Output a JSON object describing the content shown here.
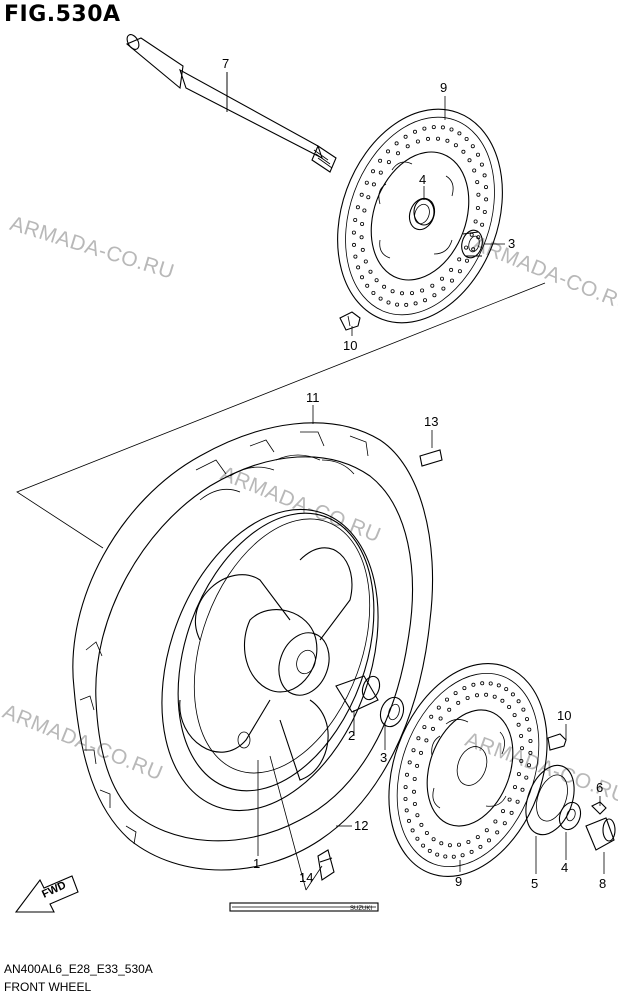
{
  "figure_title": "FIG.530A",
  "footer": {
    "code": "AN400AL6_E28_E33_530A",
    "name": "FRONT WHEEL"
  },
  "watermarks": [
    "ARMADA-CO.RU",
    "ARMADA-CO.RU",
    "ARMADA-CO.RU",
    "ARMADA-CO.RU",
    "ARMADA-CO.RU"
  ],
  "fwd_label": "FWD",
  "tape_text": "SUZUKI",
  "callouts": {
    "axle": "7",
    "disc_top": "9",
    "bearing_top": "4",
    "bearing_seal_top": "3",
    "bolt_top": "10",
    "tire": "11",
    "balance_weight": "13",
    "spacer": "2",
    "seal_lower": "3",
    "disc_lower": "9",
    "bolt_lower": "10",
    "screw": "6",
    "wheel": "1",
    "valve": "12",
    "tape": "14",
    "sensor_rotor": "5",
    "bearing_lower": "4",
    "collar": "8"
  },
  "colors": {
    "line": "#000000",
    "watermark": "#b8b8b8"
  }
}
